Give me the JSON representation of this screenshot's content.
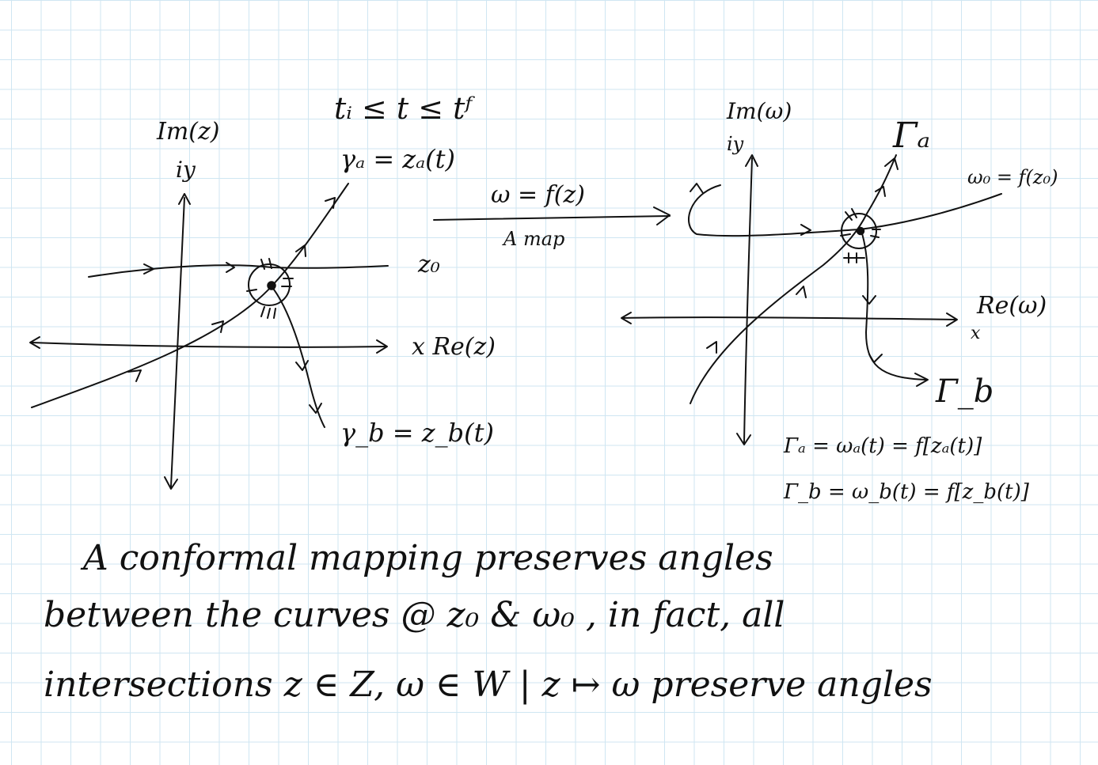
{
  "left_plane": {
    "param_range": "tᵢ ≤ t ≤ tᶠ",
    "im_label": "Im(z)",
    "iy_label": "iy",
    "re_label": "x Re(z)",
    "point_label": "z₀",
    "curve_a_label": "γₐ = zₐ(t)",
    "curve_b_label": "γ_b = z_b(t)"
  },
  "map_arrow": {
    "formula": "ω = f(z)",
    "caption": "A map"
  },
  "right_plane": {
    "im_label": "Im(ω)",
    "iy_label": "iy",
    "re_label": "Re(ω)",
    "x_mark": "x",
    "gamma_a": "Γₐ",
    "gamma_b": "Γ_b",
    "point_label": "ω₀ = f(z₀)",
    "eq_a": "Γₐ = ωₐ(t) = f[zₐ(t)]",
    "eq_b": "Γ_b = ω_b(t) = f[z_b(t)]"
  },
  "notes": {
    "line1": "A conformal mapping preserves angles",
    "line2": "between the curves @ z₀ & ω₀ , in fact, all",
    "line3": "intersections z ∈ Z, ω ∈ W | z ↦ ω preserve angles"
  }
}
